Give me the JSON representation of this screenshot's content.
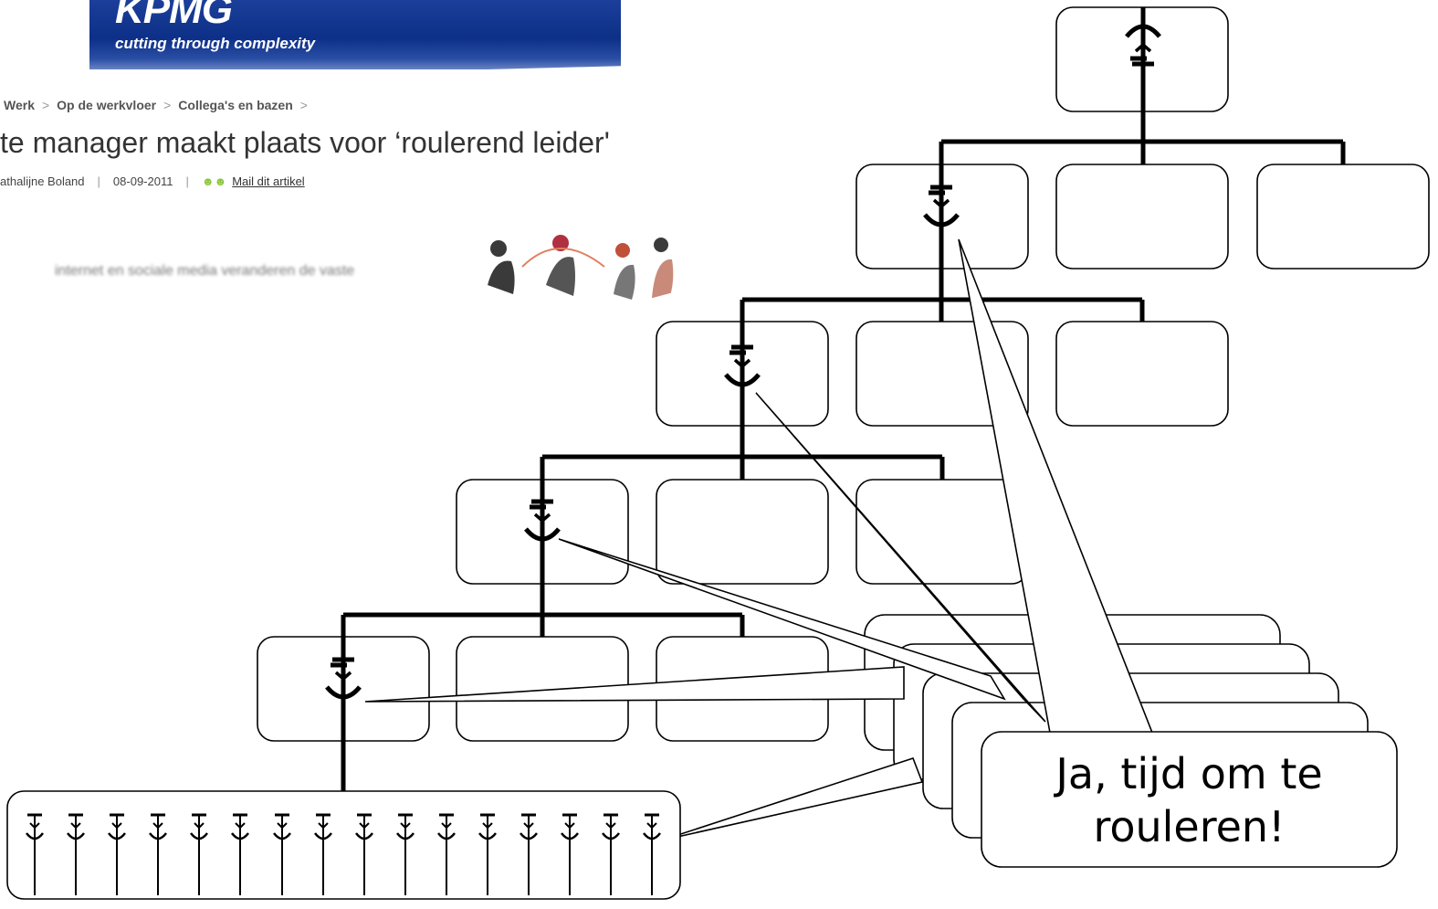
{
  "article": {
    "brand": "KPMG",
    "tagline": "cutting through complexity",
    "breadcrumb": [
      "Werk",
      "Op de werkvloer",
      "Collega's en bazen"
    ],
    "headline": "te manager maakt plaats voor ‘roulerend leider'",
    "author": "athalijne Boland",
    "date": "08-09-2011",
    "mail_link": "Mail dit artikel",
    "body_snippet": "internet en sociale media veranderen de vaste"
  },
  "speech_bubble": {
    "line1": "Ja, tijd om te",
    "line2": "rouleren!"
  },
  "colors": {
    "banner": "#0d2f87",
    "mail_icon": "#8cc63f"
  }
}
